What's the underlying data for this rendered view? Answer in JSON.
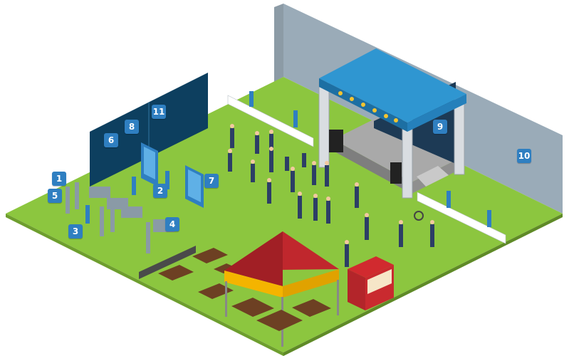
{
  "colors": {
    "grass": "#8cc63f",
    "wall_grey": "#9aabb8",
    "dark_backdrop": "#0d3f5f",
    "stage_roof": "#2f96d1",
    "tent_red": "#c0272d",
    "tent_yellow": "#f4b400",
    "marker": "#2f7fc1",
    "table_brown": "#6d4023"
  },
  "markers": [
    {
      "label": "1"
    },
    {
      "label": "2"
    },
    {
      "label": "3"
    },
    {
      "label": "4"
    },
    {
      "label": "5"
    },
    {
      "label": "6"
    },
    {
      "label": "7"
    },
    {
      "label": "8"
    },
    {
      "label": "9"
    },
    {
      "label": "10"
    },
    {
      "label": "11"
    }
  ]
}
